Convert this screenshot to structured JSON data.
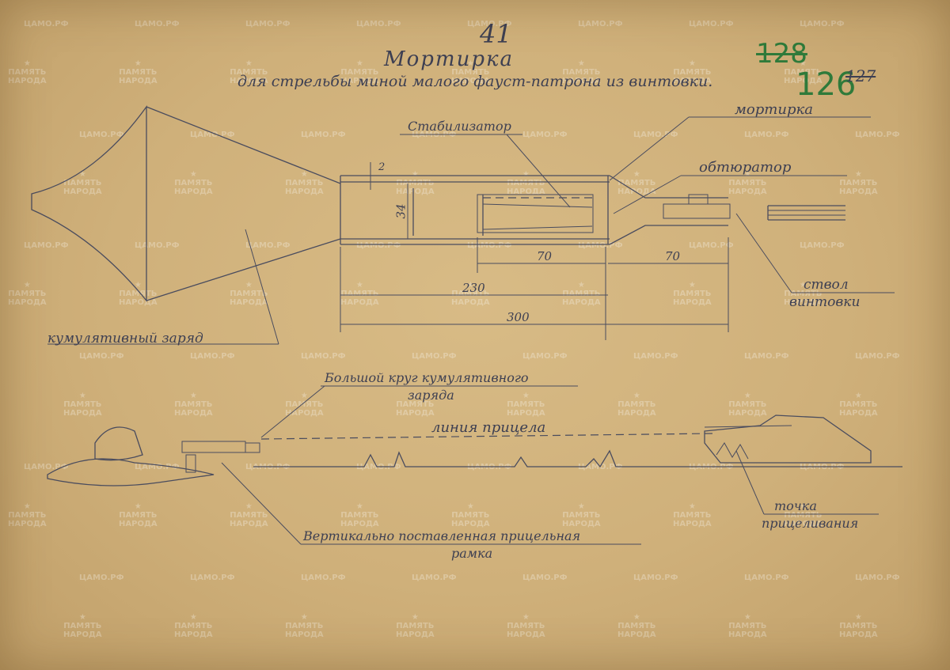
{
  "document": {
    "page_number": "41",
    "title": "Мортирка",
    "subtitle": "для стрельбы миной малого фауст-патрона из винтовки.",
    "archive_numbers": {
      "crossed": "128",
      "current": "126",
      "small_crossed": "127"
    }
  },
  "labels": {
    "stabilizer": "Стабилизатор",
    "mortar": "мортирка",
    "obturator": "обтюратор",
    "barrel_line1": "ствол",
    "barrel_line2": "винтовки",
    "charge": "кумулятивный заряд",
    "big_circle_line1": "Большой круг кумулятивного",
    "big_circle_line2": "заряда",
    "sight_line": "линия прицела",
    "aim_point_line1": "точка",
    "aim_point_line2": "прицеливания",
    "frame_line1": "Вертикально поставленная прицельная",
    "frame_line2": "рамка"
  },
  "dimensions": {
    "wall": "2",
    "diameter": "34",
    "stabilizer_len": "70",
    "barrel_len": "70",
    "mortar_len": "230",
    "total_len": "300"
  },
  "watermarks": {
    "tsamo": "ЦАМО.РФ",
    "pamyat_line1": "ПАМЯТЬ",
    "pamyat_line2": "НАРОДА"
  },
  "colors": {
    "paper": "#cfb07a",
    "pencil": "#4a4c5e",
    "ink_green": "#2f7a3a"
  }
}
